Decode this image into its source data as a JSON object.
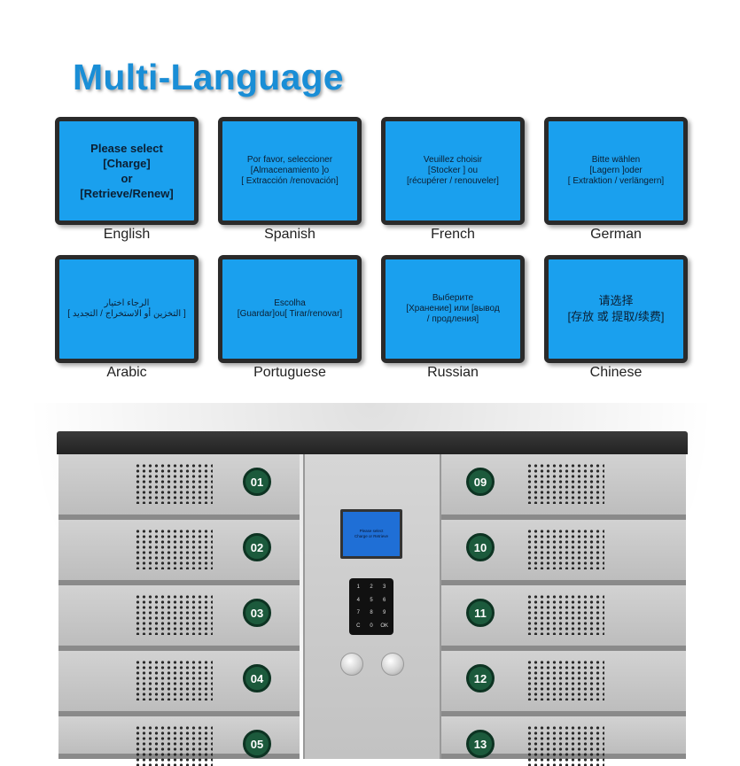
{
  "title": "Multi-Language",
  "cards": [
    {
      "lang": "English",
      "big": true,
      "lines": [
        "Please select",
        "[Charge]",
        "or",
        "[Retrieve/Renew]"
      ]
    },
    {
      "lang": "Spanish",
      "big": false,
      "lines": [
        "Por favor, seleccioner",
        "[Almacenamiento ]o",
        "[ Extracción /renovación]"
      ]
    },
    {
      "lang": "French",
      "big": false,
      "lines": [
        "Veuillez choisir",
        "[Stocker ]  ou",
        "[récupérer / renouveler]"
      ]
    },
    {
      "lang": "German",
      "big": false,
      "lines": [
        "Bitte wählen",
        "[Lagern ]oder",
        "[  Extraktion  /  verlängern]"
      ]
    },
    {
      "lang": "Arabic",
      "big": false,
      "lines": [
        "الرجاء اختيار",
        "[ التخزين أو الاستخراج / التجديد ]"
      ]
    },
    {
      "lang": "Portuguese",
      "big": false,
      "lines": [
        "Escolha",
        "[Guardar]ou[ Tirar/renovar]"
      ]
    },
    {
      "lang": "Russian",
      "big": false,
      "lines": [
        "Выберите",
        "[Хранение] или [вывод",
        "/ продления]"
      ]
    },
    {
      "lang": "Chinese",
      "big": false,
      "lines": [
        "请选择",
        "",
        "[存放 或 提取/续费]"
      ]
    }
  ],
  "lockers_left": [
    "01",
    "02",
    "03",
    "04",
    "05"
  ],
  "lockers_right": [
    "09",
    "10",
    "11",
    "12",
    "13"
  ],
  "lcd_lines": [
    "Please select",
    "Charge or Retrieve"
  ],
  "keypad_keys": [
    "1",
    "2",
    "3",
    "4",
    "5",
    "6",
    "7",
    "8",
    "9",
    "C",
    "0",
    "OK"
  ]
}
